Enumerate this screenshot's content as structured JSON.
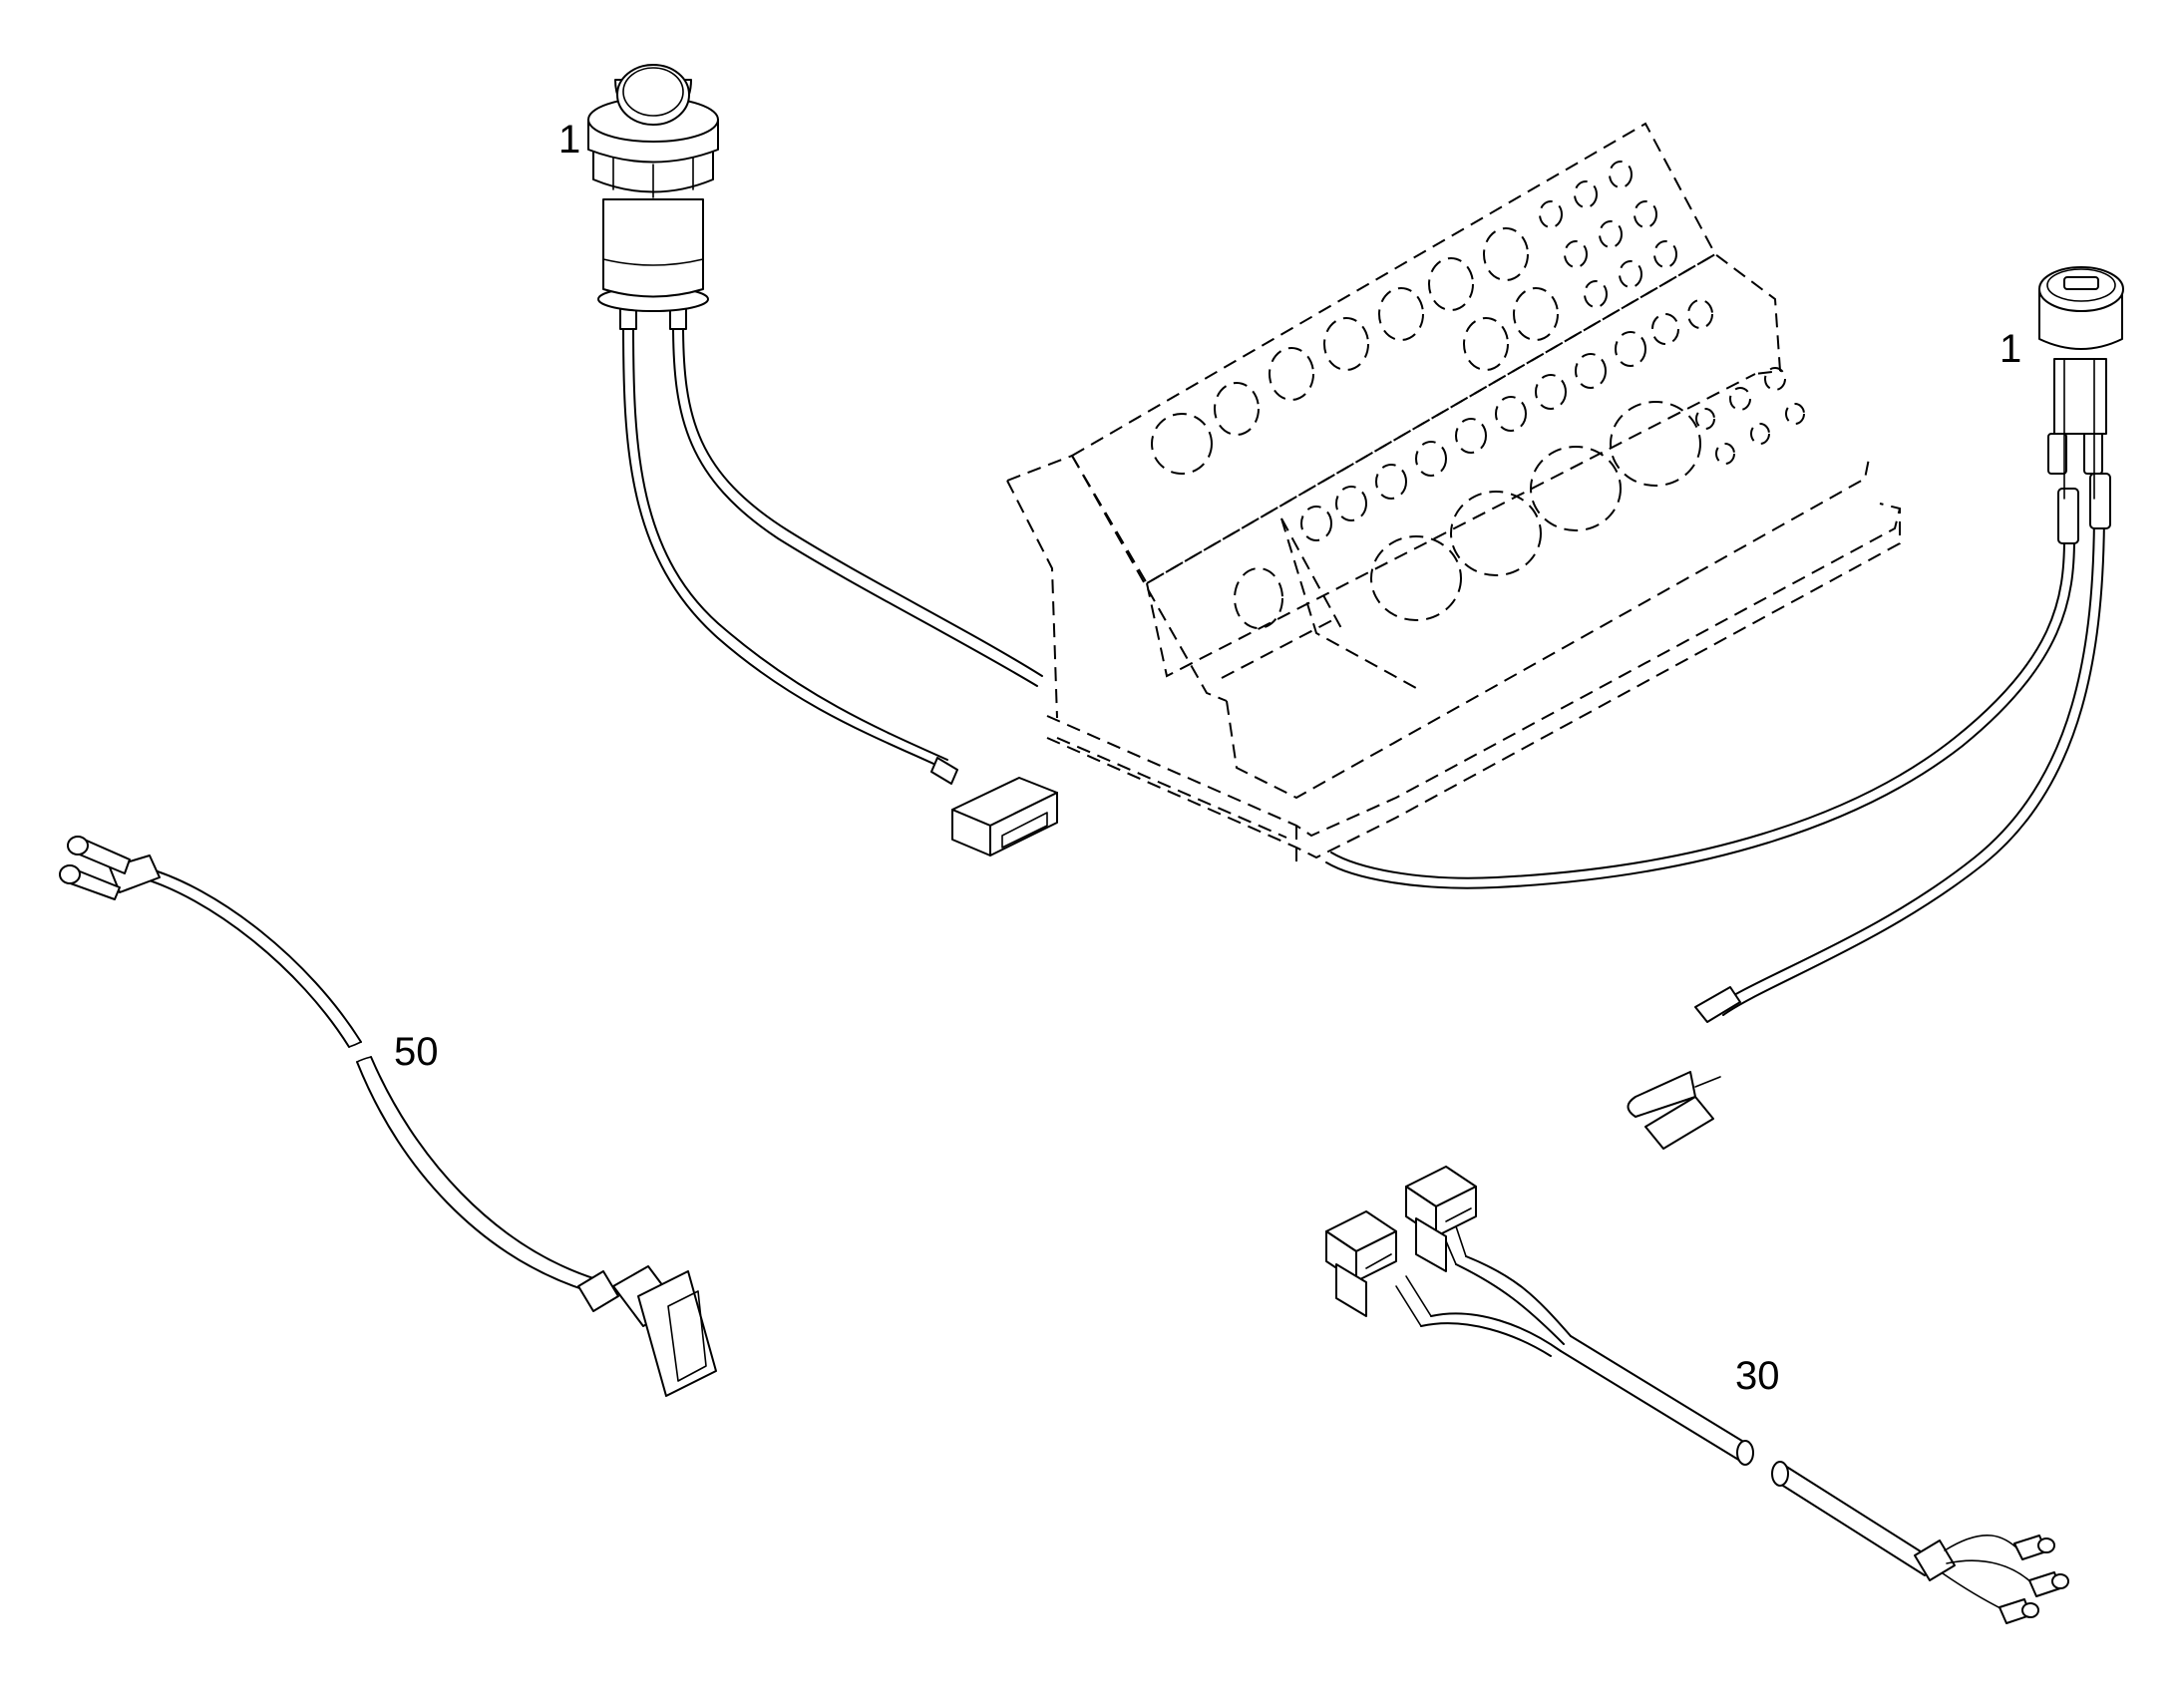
{
  "callouts": {
    "push_button_switch": "1",
    "key_switch": "1",
    "jumper_lead": "50",
    "wiring_harness": "30"
  }
}
